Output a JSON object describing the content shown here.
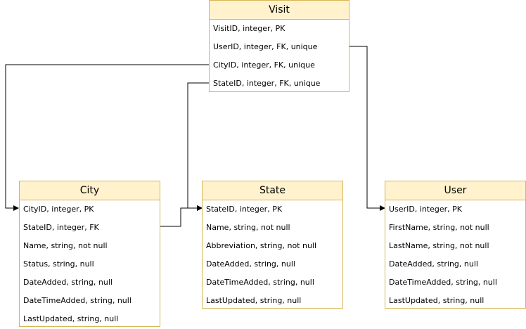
{
  "entities": {
    "visit": {
      "name": "Visit",
      "fields": [
        "VisitID, integer, PK",
        "UserID, integer, FK, unique",
        "CityID, integer, FK, unique",
        "StateID, integer, FK, unique"
      ]
    },
    "city": {
      "name": "City",
      "fields": [
        "CityID, integer, PK",
        "StateID, integer, FK",
        "Name, string, not null",
        "Status, string, null",
        "DateAdded, string,  null",
        "DateTimeAdded, string, null",
        "LastUpdated, string, null"
      ]
    },
    "state": {
      "name": "State",
      "fields": [
        "StateID, integer, PK",
        "Name, string, not null",
        "Abbreviation, string, not null",
        "DateAdded, string,  null",
        "DateTimeAdded, string, null",
        "LastUpdated, string, null"
      ]
    },
    "user": {
      "name": "User",
      "fields": [
        "UserID, integer, PK",
        "FirstName, string, not null",
        "LastName, string, not null",
        "DateAdded, string,  null",
        "DateTimeAdded, string, null",
        "LastUpdated, string, null"
      ]
    }
  },
  "colors": {
    "header_fill": "#fff2cc",
    "border": "#d6b656",
    "connector": "#000000"
  }
}
